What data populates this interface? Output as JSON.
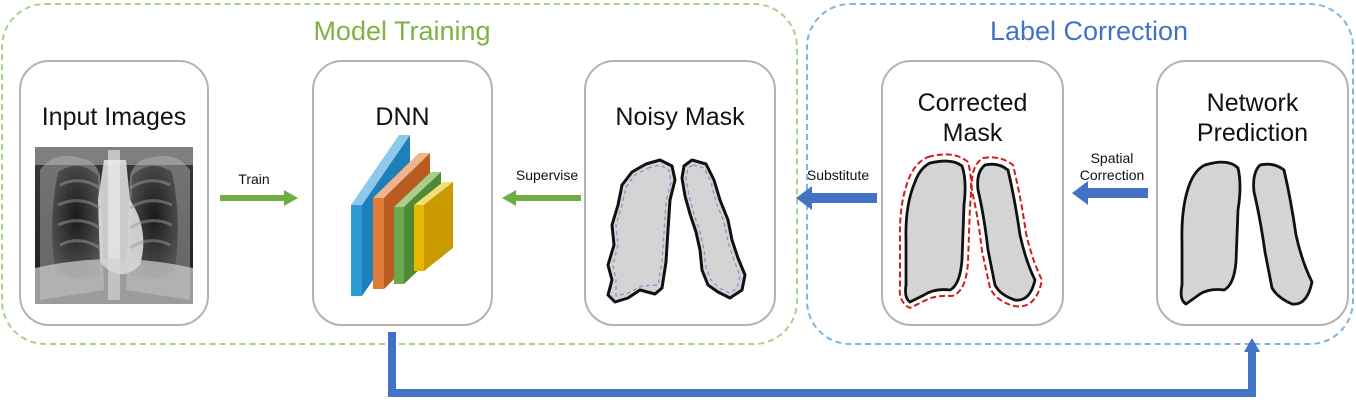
{
  "groups": {
    "model_training": {
      "title": "Model Training",
      "color": "#7cb342"
    },
    "label_correction": {
      "title": "Label Correction",
      "color": "#4472c4"
    }
  },
  "cards": {
    "input_images": {
      "title": "Input Images"
    },
    "dnn": {
      "title": "DNN"
    },
    "noisy_mask": {
      "title": "Noisy Mask"
    },
    "corrected_mask": {
      "title_line1": "Corrected",
      "title_line2": "Mask"
    },
    "network_prediction": {
      "title_line1": "Network",
      "title_line2": "Prediction"
    }
  },
  "edges": {
    "train": {
      "label": "Train",
      "color": "#70ad47"
    },
    "supervise": {
      "label": "Supervise",
      "color": "#70ad47"
    },
    "substitute": {
      "label": "Substitute",
      "color": "#4472c4"
    },
    "spatial_correction": {
      "label_line1": "Spatial",
      "label_line2": "Correction",
      "color": "#4472c4"
    },
    "feedback": {
      "color": "#4472c4"
    }
  },
  "layer_colors": [
    "#2e9bd6",
    "#e07b39",
    "#6aa84f",
    "#e6b800"
  ]
}
